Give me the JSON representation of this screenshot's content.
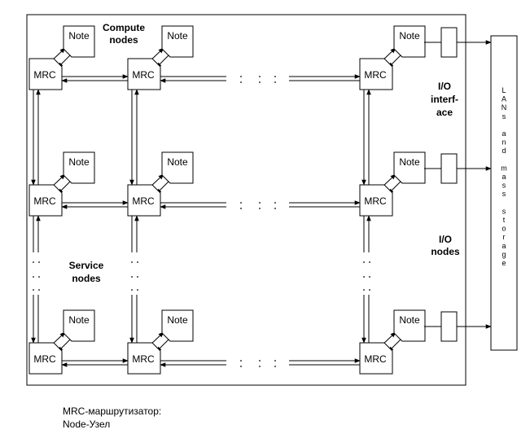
{
  "labels": {
    "compute_nodes": [
      "Compute",
      "nodes"
    ],
    "service_nodes": [
      "Service",
      "nodes"
    ],
    "io_interface": [
      "I/O",
      "interf-",
      "ace"
    ],
    "io_nodes": [
      "I/O",
      "nodes"
    ],
    "lans_storage": [
      "L",
      "A",
      "N",
      "s",
      "",
      "a",
      "n",
      "d",
      "",
      "m",
      "a",
      "s",
      "s",
      "",
      "s",
      "t",
      "o",
      "r",
      "a",
      "g",
      "e"
    ]
  },
  "node_label": "Note",
  "router_label": "MRC",
  "legend": {
    "line1": "MRC-маршрутизатор:",
    "line2": "Node-Узел"
  }
}
